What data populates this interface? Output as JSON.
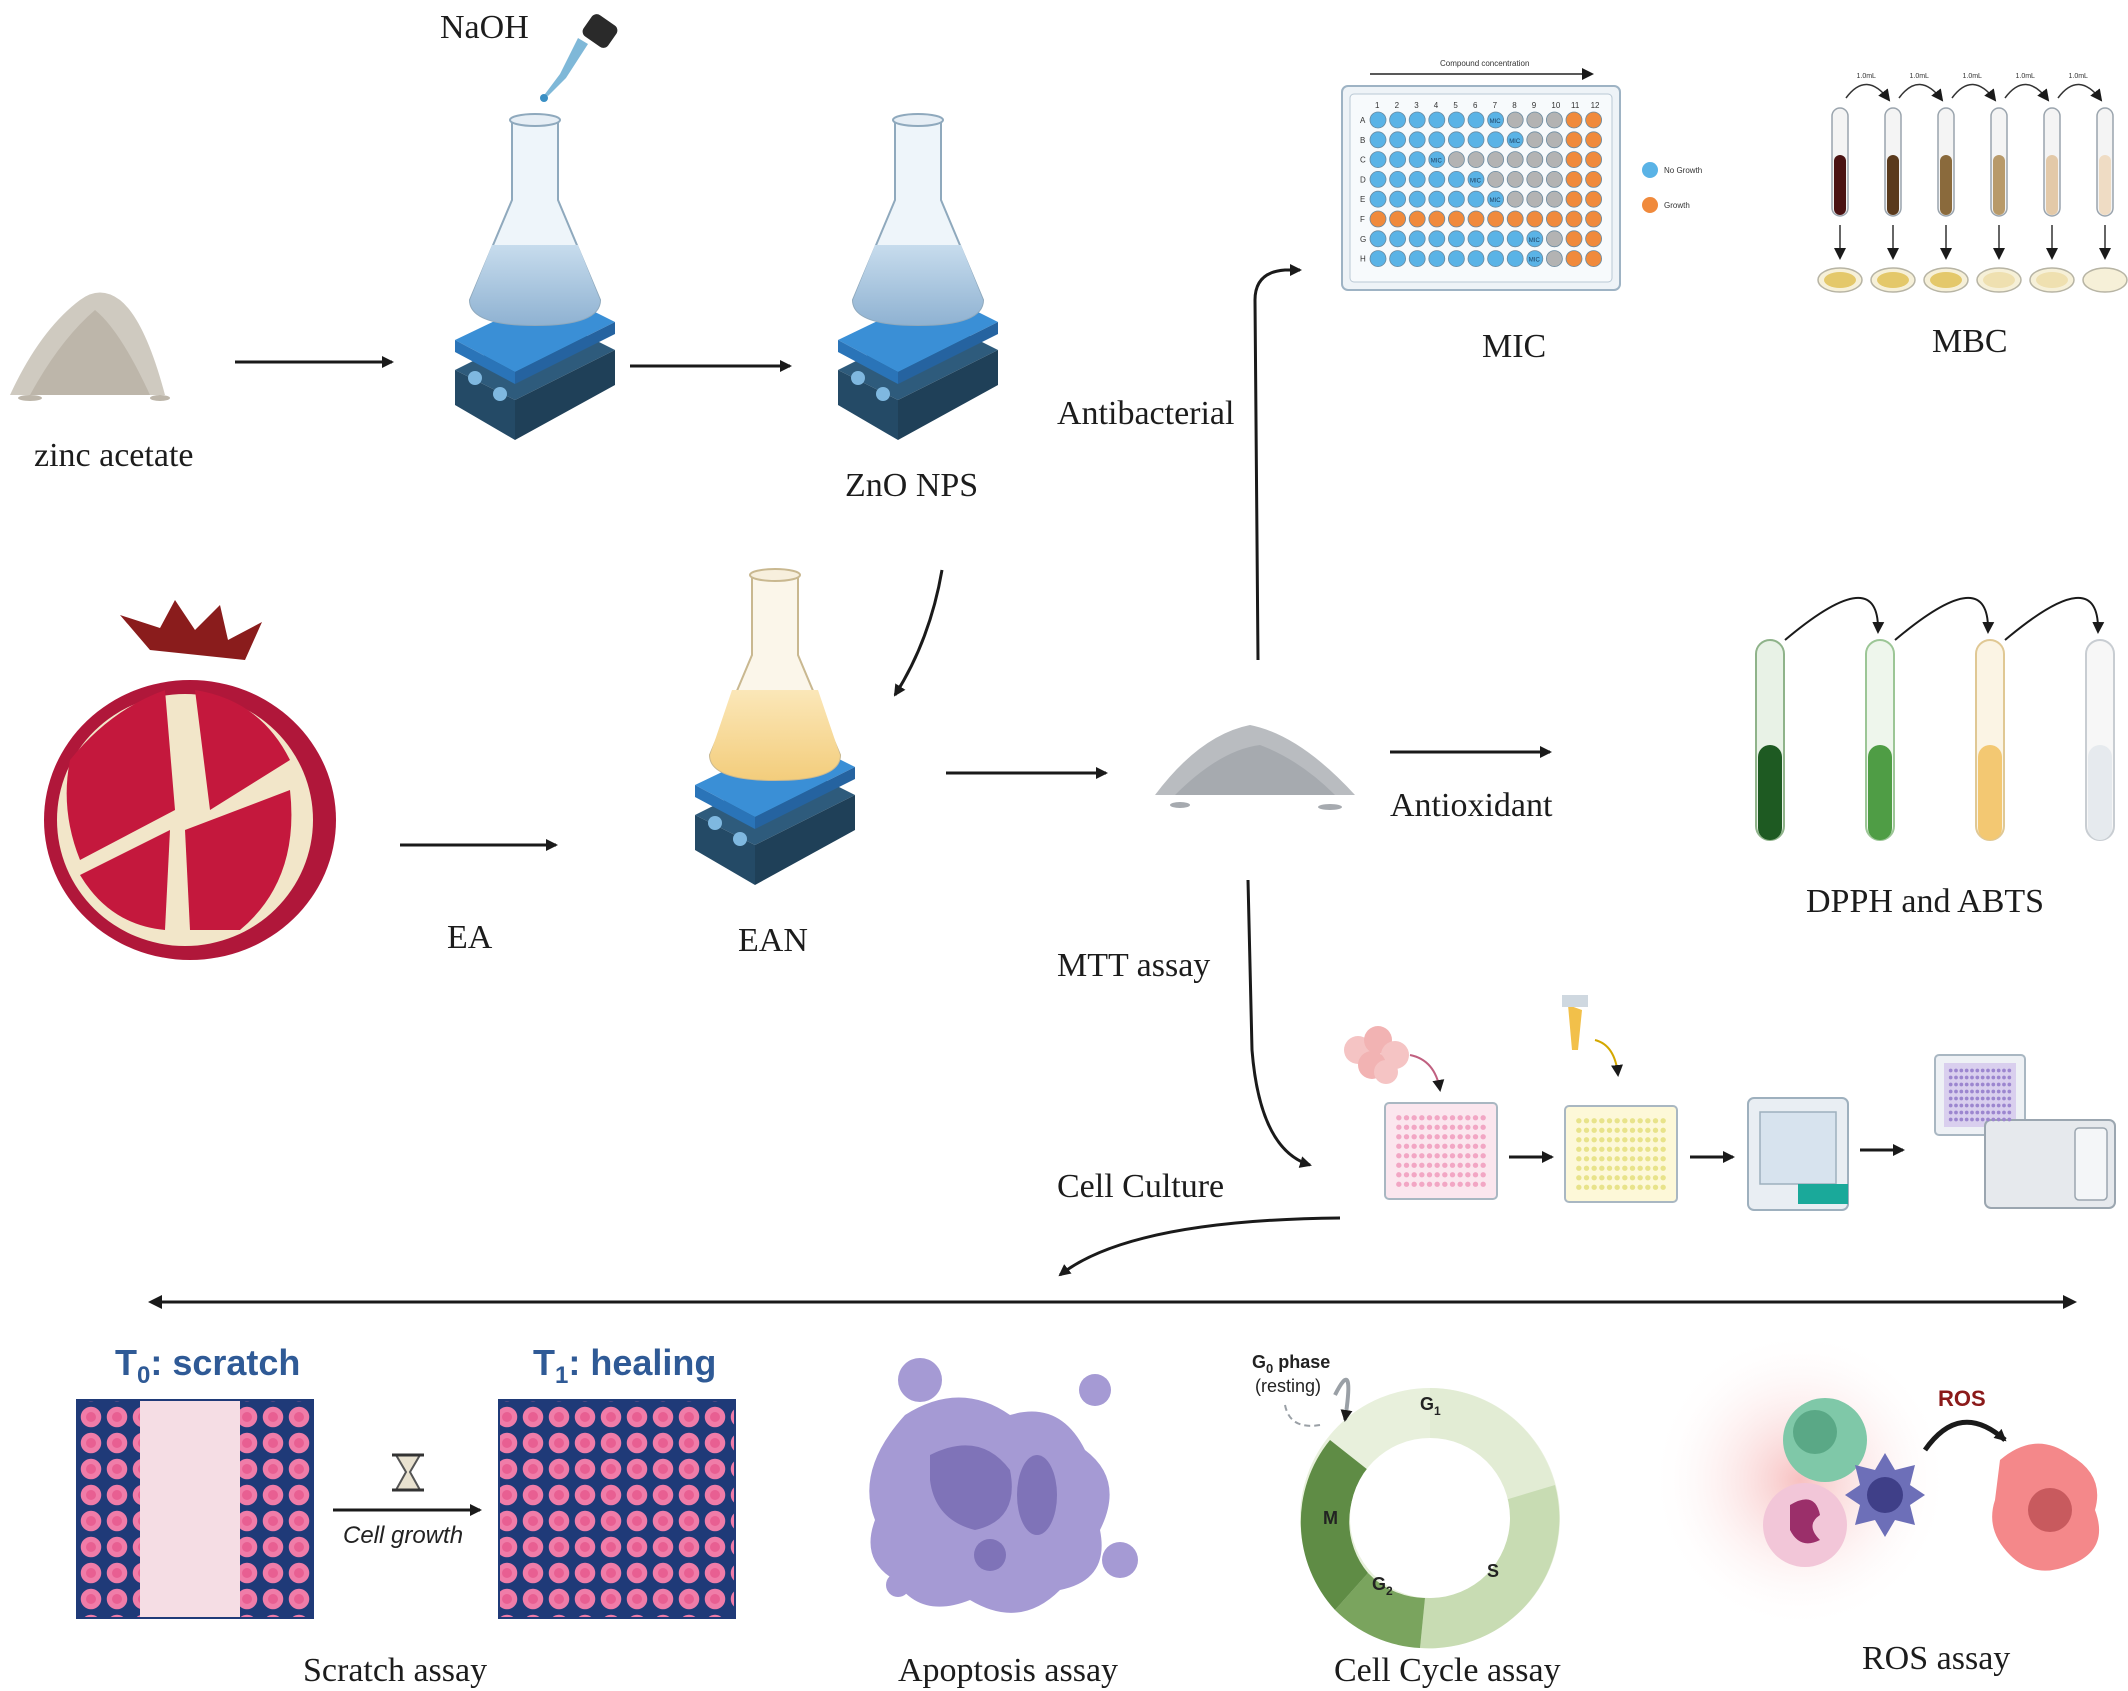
{
  "labels": {
    "naoh": "NaOH",
    "zinc_acetate": "zinc acetate",
    "zno_nps": "ZnO NPS",
    "ea": "EA",
    "ean": "EAN",
    "antibacterial": "Antibacterial",
    "antioxidant": "Antioxidant",
    "mtt_assay": "MTT assay",
    "cell_culture": "Cell Culture",
    "mic": "MIC",
    "mbc": "MBC",
    "dpph_abts": "DPPH and ABTS",
    "scratch_assay": "Scratch  assay",
    "apoptosis_assay": "Apoptosis assay",
    "cell_cycle_assay": "Cell Cycle assay",
    "ros_assay": "ROS assay"
  },
  "plate": {
    "compound_concentration": "Compound concentration",
    "columns": [
      "1",
      "2",
      "3",
      "4",
      "5",
      "6",
      "7",
      "8",
      "9",
      "10",
      "11",
      "12"
    ],
    "rows": [
      "A",
      "B",
      "C",
      "D",
      "E",
      "F",
      "G",
      "H"
    ],
    "well_label": "MIC",
    "legend_no_growth": "No Growth",
    "legend_growth": "Growth"
  },
  "mbc_volumes": [
    "1.0mL",
    "1.0mL",
    "1.0mL",
    "1.0mL",
    "1.0mL"
  ],
  "scratch": {
    "t0_prefix": "T",
    "t0_sub": "0",
    "t0_suffix": ": scratch",
    "t1_prefix": "T",
    "t1_sub": "1",
    "t1_suffix": ": healing",
    "cell_growth": "Cell growth"
  },
  "cell_cycle": {
    "g0_prefix": "G",
    "g0_sub": "0",
    "g0_suffix": " phase",
    "resting": "(resting)",
    "g1_prefix": "G",
    "g1_sub": "1",
    "s": "S",
    "g2_prefix": "G",
    "g2_sub": "2",
    "m": "M"
  },
  "ros": {
    "label": "ROS"
  },
  "colors": {
    "no_growth": "#5ab3e6",
    "growth": "#f08a3c",
    "arrow": "#1a1a1a",
    "title_blue": "#2f5a96",
    "ros_red": "#8b1a1a"
  }
}
